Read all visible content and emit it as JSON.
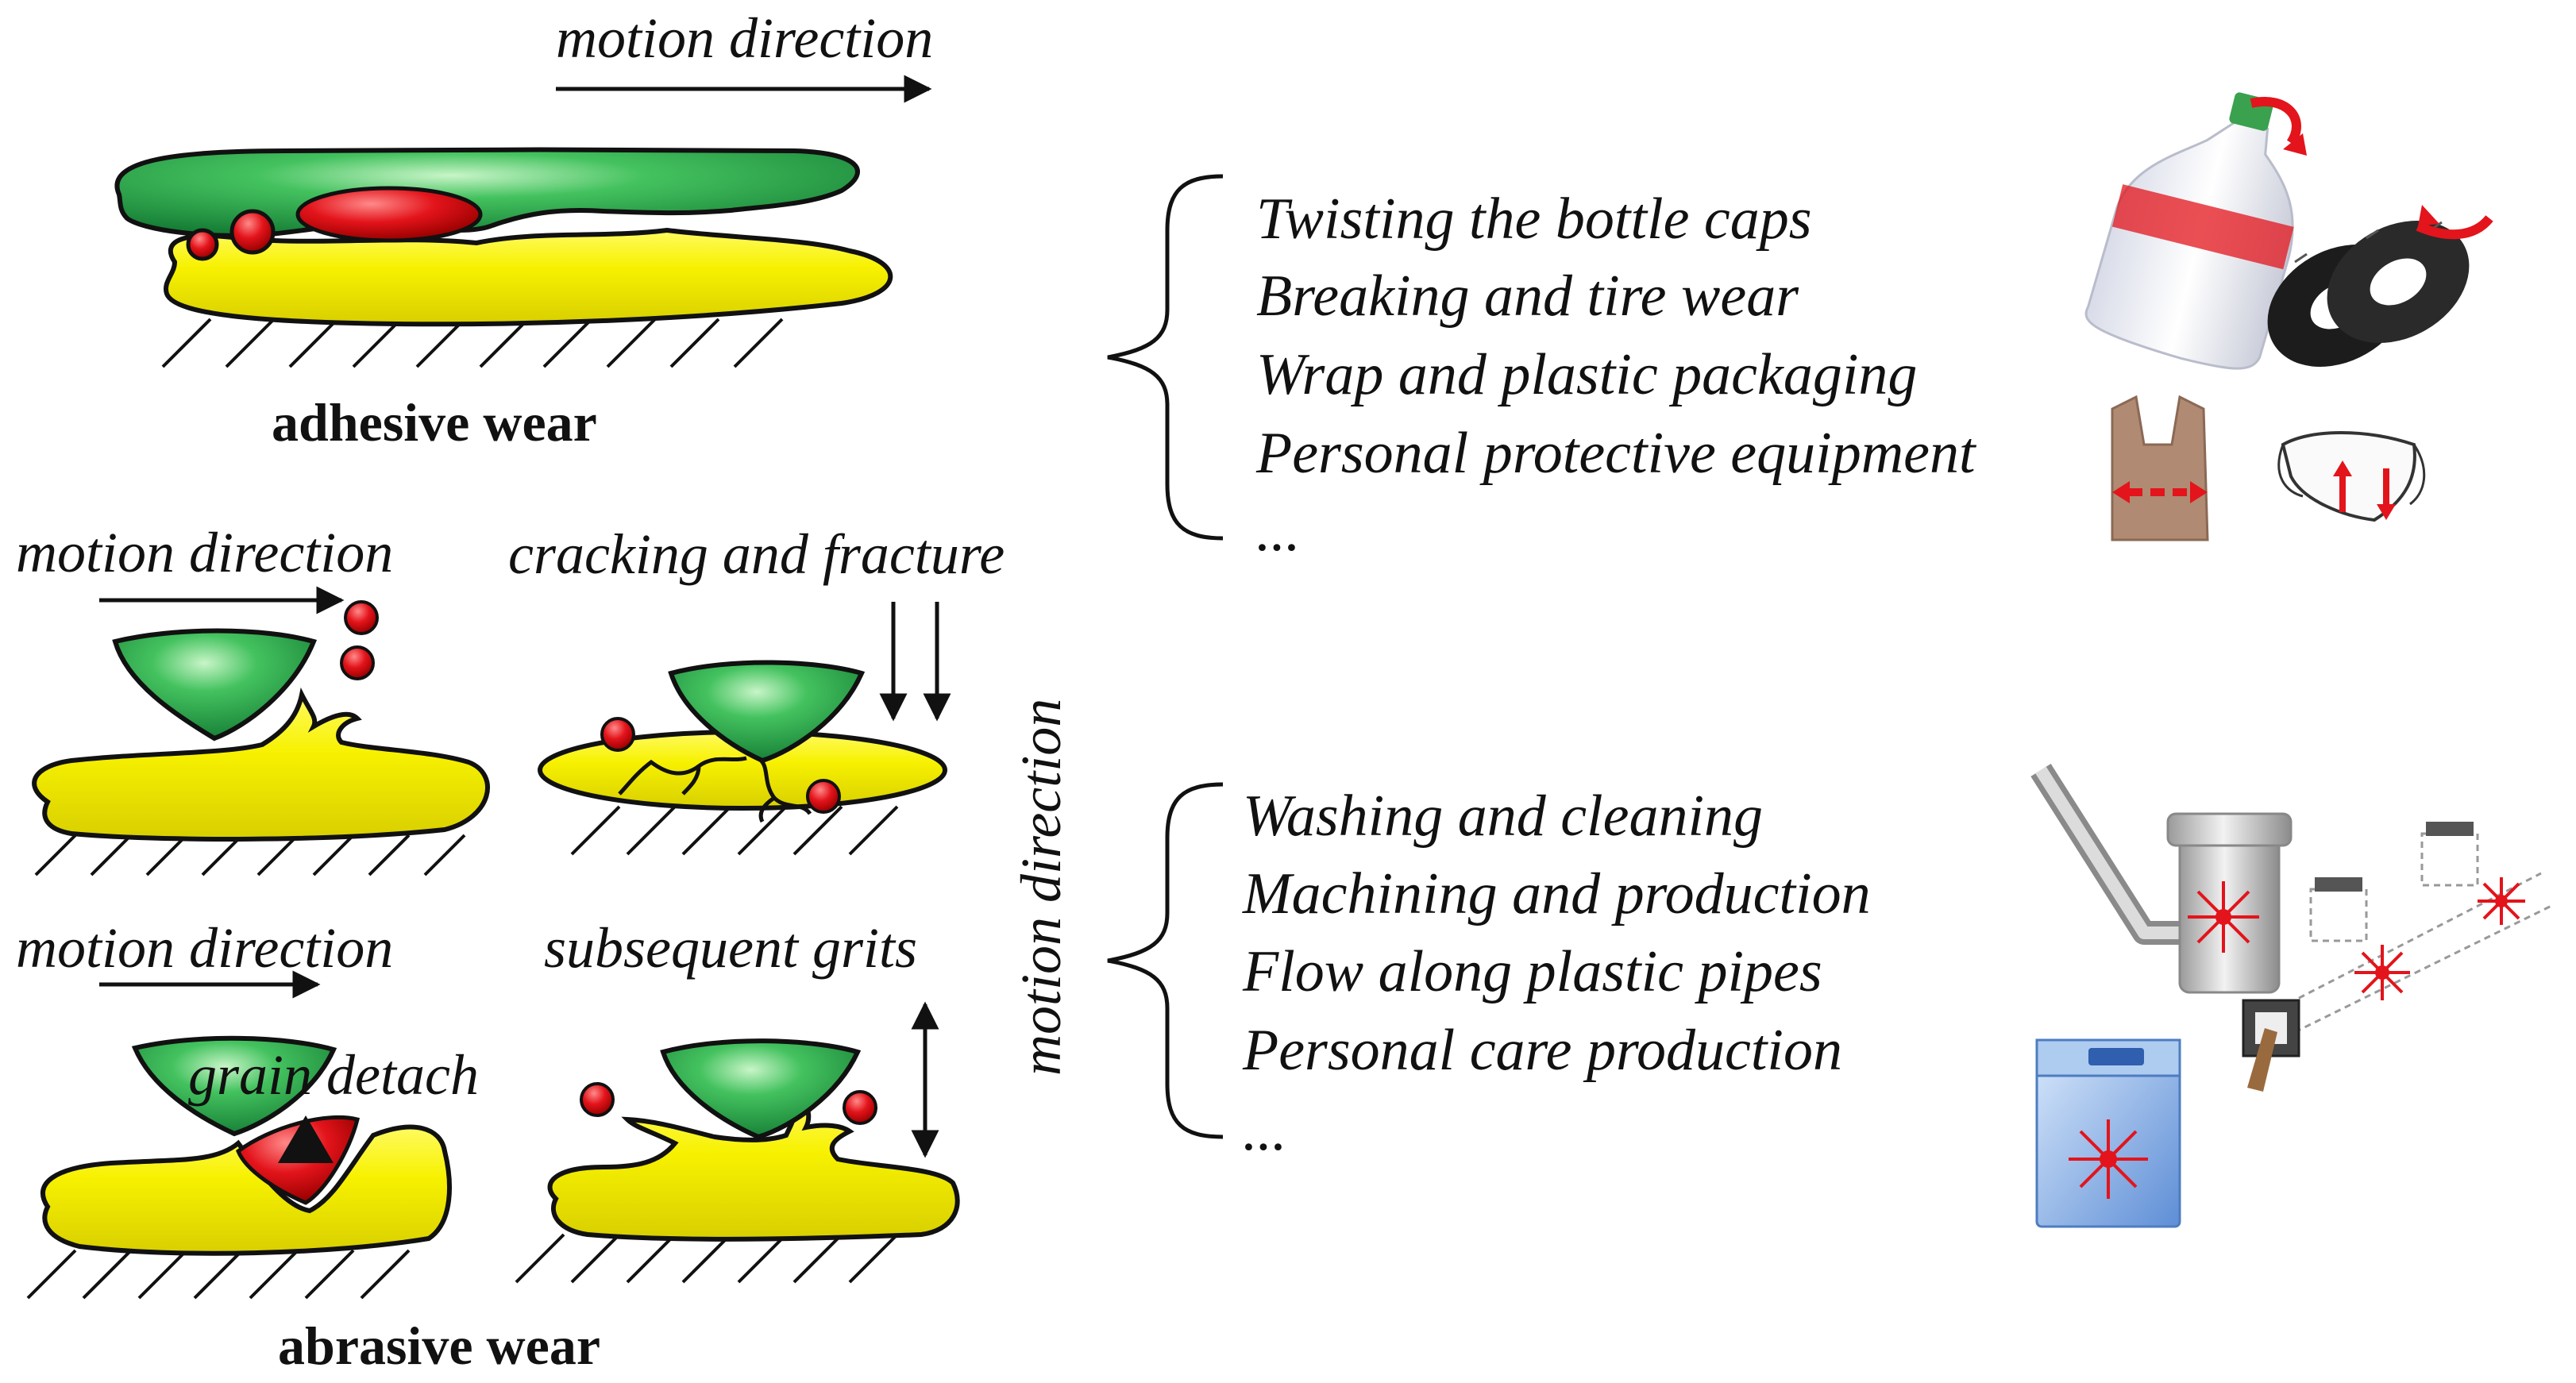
{
  "adhesive": {
    "motion_label": "motion direction",
    "caption": "adhesive wear"
  },
  "abrasive": {
    "motion_label_1": "motion direction",
    "cracking_label": "cracking and  fracture",
    "motion_label_2": "motion direction",
    "grits_label": "subsequent grits",
    "grain_label": "grain detach",
    "vertical_motion_label": "motion direction",
    "caption": "abrasive wear"
  },
  "list_top": {
    "items": [
      "Twisting the bottle caps",
      "Breaking and tire wear",
      "Wrap and plastic packaging",
      "Personal protective equipment",
      "..."
    ]
  },
  "list_bottom": {
    "items": [
      "Washing and cleaning",
      "Machining and production",
      "Flow along plastic pipes",
      "Personal care production",
      "..."
    ]
  },
  "colors": {
    "green": "#2fae4f",
    "yellow": "#f7f100",
    "red": "#e3141b",
    "outline": "#111111"
  },
  "icons": {
    "bottle": "plastic-bottle-icon",
    "tires": "tires-icon",
    "bag": "plastic-bag-icon",
    "mask": "face-mask-icon",
    "pipe": "pipe-system-icon",
    "washer": "washing-machine-icon"
  }
}
